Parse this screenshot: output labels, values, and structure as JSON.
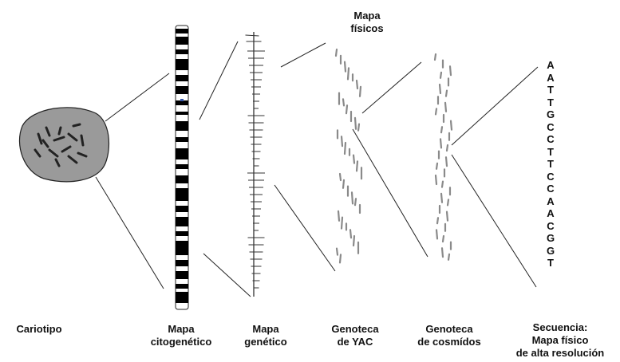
{
  "labels": {
    "physical_maps": [
      "Mapa",
      "físicos"
    ],
    "karyotype": [
      "Cariotipo"
    ],
    "cytogenetic_map": [
      "Mapa",
      "citogenético"
    ],
    "genetic_map": [
      "Mapa",
      "genético"
    ],
    "yac_library": [
      "Genoteca",
      "de YAC"
    ],
    "cosmid_library": [
      "Genoteca",
      "de cosmídos"
    ],
    "sequence": [
      "Secuencia:",
      "Mapa físico",
      "de alta resolución"
    ]
  },
  "sequence_bases": [
    "A",
    "A",
    "T",
    "T",
    "G",
    "C",
    "C",
    "T",
    "T",
    "C",
    "C",
    "A",
    "A",
    "C",
    "G",
    "G",
    "T"
  ],
  "colors": {
    "ink": "#111111",
    "cell_fill": "#9a9a9a",
    "chromosome_band": "#000000",
    "clone_segment": "#8a8a8a"
  }
}
